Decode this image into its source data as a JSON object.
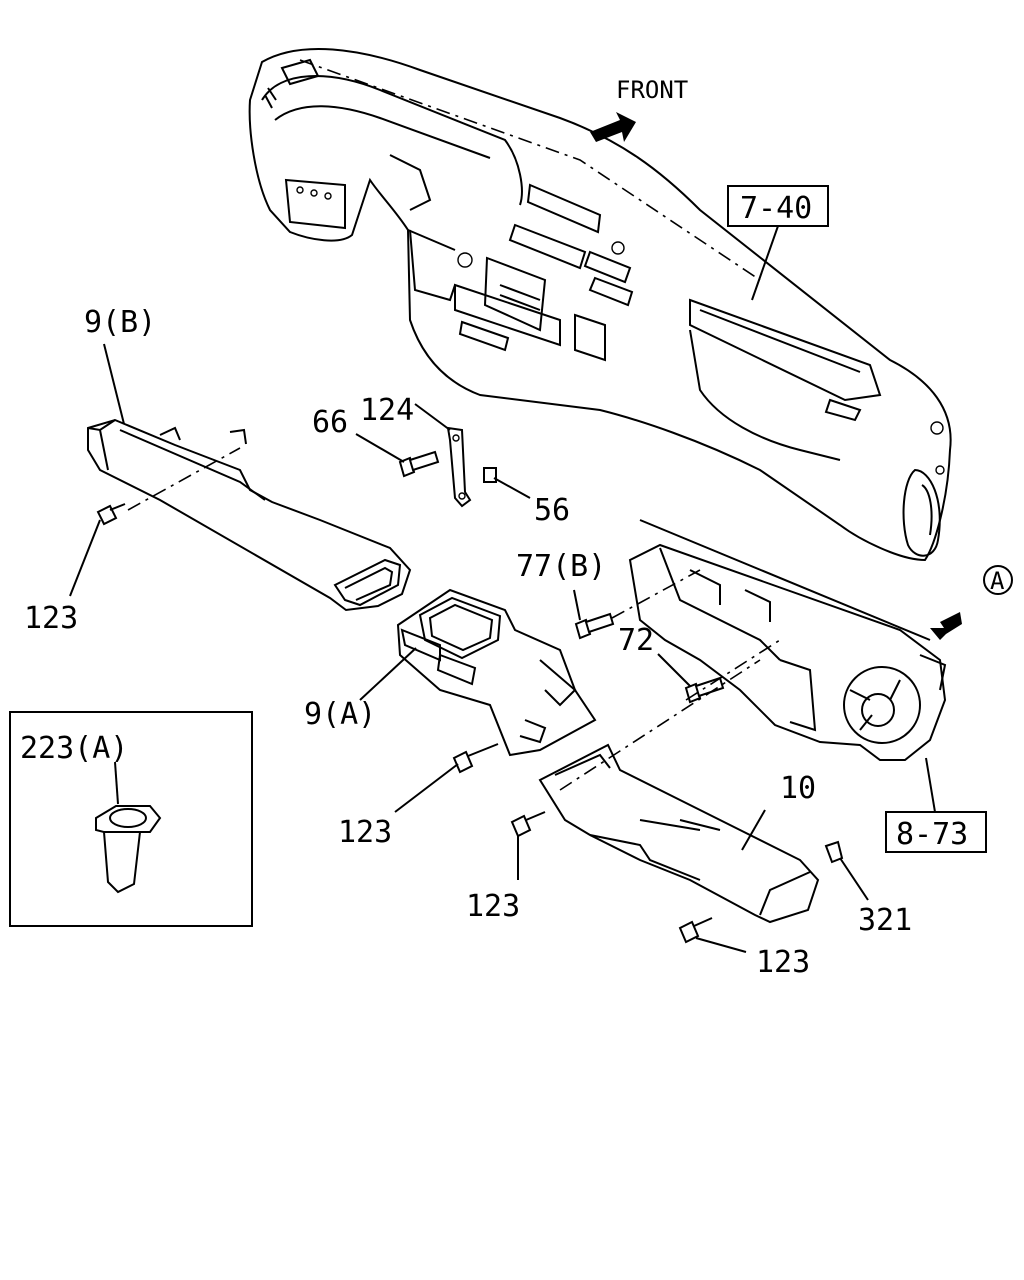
{
  "labels": {
    "front": "FRONT",
    "ref_7_40": "7-40",
    "ref_8_73": "8-73",
    "view_a": "A",
    "p9b": "9(B)",
    "p124": "124",
    "p66": "66",
    "p56": "56",
    "p123_left": "123",
    "p77b": "77(B)",
    "p72": "72",
    "p9a": "9(A)",
    "p223a": "223(A)",
    "p123_mid": "123",
    "p10": "10",
    "p123_low": "123",
    "p321": "321",
    "p123_right": "123"
  }
}
